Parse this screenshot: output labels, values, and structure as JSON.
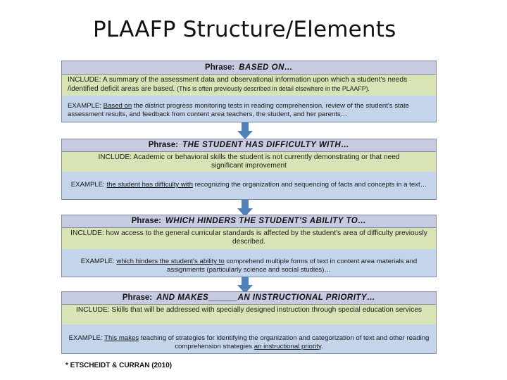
{
  "title": "PLAAFP Structure/Elements",
  "footer": "* ETSCHEIDT & CURRAN (2010)",
  "sections": [
    {
      "phrase_label": "Phrase:",
      "phrase_value": "BASED ON…",
      "include_label": "INCLUDE:",
      "include_text": "A summary of the assessment data and observational information upon which a student's needs /identified deficit areas are based.",
      "include_note": "(This is often previously described in detail elsewhere in the PLAAFP).",
      "example_label": "EXAMPLE:",
      "example_lead": "Based on",
      "example_text": "the district progress monitoring tests in reading comprehension, review of the student's state assessment results, and feedback from content area teachers, the student, and her parents…"
    },
    {
      "phrase_label": "Phrase:",
      "phrase_value": "THE STUDENT HAS DIFFICULTY WITH…",
      "include_label": "INCLUDE:",
      "include_text": "Academic or behavioral skills the student is not currently demonstrating or that need significant improvement",
      "example_label": "EXAMPLE:",
      "example_lead": "the student has difficulty with",
      "example_text": "recognizing the organization and sequencing of facts and concepts in a text…"
    },
    {
      "phrase_label": "Phrase:",
      "phrase_value": "WHICH HINDERS THE STUDENT'S ABILITY TO…",
      "include_label": "INCLUDE:",
      "include_text": "how access to the general curricular standards is affected by the student's area of difficulty previously described.",
      "example_label": "EXAMPLE:",
      "example_lead": "which hinders the student's ability to",
      "example_text": "comprehend multiple forms of text in content area materials and assignments (particularly science and social studies)…"
    },
    {
      "phrase_label": "Phrase:",
      "phrase_value": "AND MAKES______AN INSTRUCTIONAL PRIORITY…",
      "include_label": "INCLUDE:",
      "include_text": "Skills that will be addressed with specially designed instruction through special education services",
      "example_label": "EXAMPLE:",
      "example_lead": "This makes",
      "example_text": "teaching of strategies for identifying the organization and categorization of text and other reading comprehension strategies",
      "example_tail": "an instructional priority",
      "example_end": "."
    }
  ],
  "colors": {
    "phrase_bg": "#c7cbe1",
    "include_bg": "#d9e4b6",
    "example_bg": "#c4d4ea",
    "arrow": "#4f81bd"
  },
  "icons": [
    "arrow-down-icon",
    "arrow-down-icon",
    "arrow-down-icon"
  ]
}
